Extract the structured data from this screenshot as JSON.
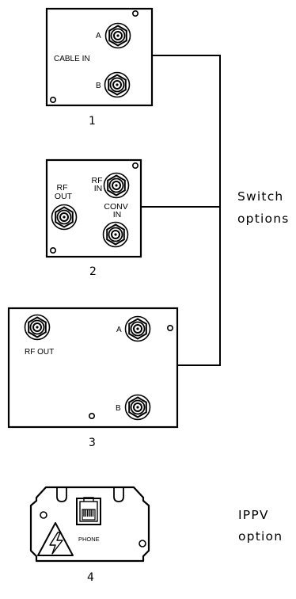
{
  "panel1": {
    "port_a": "A",
    "port_b": "B",
    "cable_in": "CABLE IN",
    "number": "1"
  },
  "panel2": {
    "rf_out_line1": "RF",
    "rf_out_line2": "OUT",
    "rf_in_line1": "RF",
    "rf_in_line2": "IN",
    "conv_in_line1": "CONV",
    "conv_in_line2": "IN",
    "number": "2"
  },
  "panel3": {
    "rf_out": "RF OUT",
    "port_a": "A",
    "port_b": "B",
    "number": "3"
  },
  "panel4": {
    "phone": "PHONE",
    "number": "4"
  },
  "switch_options": {
    "line1": "Switch",
    "line2": "options"
  },
  "ippv_option": {
    "line1": "IPPV",
    "line2": "option"
  }
}
